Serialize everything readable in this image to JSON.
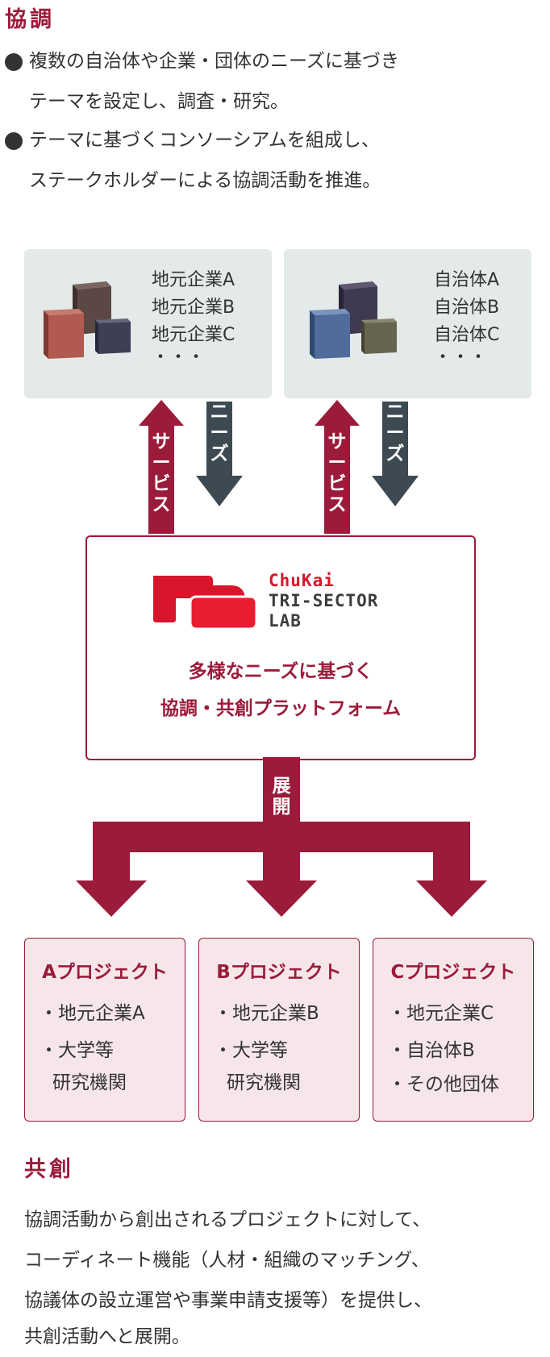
{
  "kyocho": {
    "title": "協調",
    "bullets": [
      {
        "line1": "複数の自治体や企業・団体のニーズに基づき",
        "line2": "テーマを設定し、調査・研究。"
      },
      {
        "line1": "テーマに基づくコンソーシアムを組成し、",
        "line2": "ステークホルダーによる協調活動を推進。"
      }
    ]
  },
  "groups": [
    {
      "members": [
        "地元企業A",
        "地元企業B",
        "地元企業C",
        "・・・"
      ]
    },
    {
      "members": [
        "自治体A",
        "自治体B",
        "自治体C",
        "・・・"
      ]
    }
  ],
  "arrows": {
    "service": "サービス",
    "needs": "ニーズ",
    "deploy": "展開"
  },
  "logo": {
    "line1": "ChuKai",
    "line2": "TRI-SECTOR",
    "line3": "LAB"
  },
  "platform": {
    "line1": "多様なニーズに基づく",
    "line2": "協調・共創プラットフォーム"
  },
  "projects": [
    {
      "title": "Aプロジェクト",
      "items": [
        "・地元企業A",
        "・大学等",
        "研究機関"
      ]
    },
    {
      "title": "Bプロジェクト",
      "items": [
        "・地元企業B",
        "・大学等",
        "研究機関"
      ]
    },
    {
      "title": "Cプロジェクト",
      "items": [
        "・地元企業C",
        "・自治体B",
        "・その他団体"
      ]
    }
  ],
  "kyoso": {
    "title": "共創",
    "lines": [
      "協調活動から創出されるプロジェクトに対して、",
      "コーディネート機能（人材・組織のマッチング、",
      "協議体の設立運営や事業申請支援等）を提供し、",
      "共創活動へと展開。"
    ]
  },
  "colors": {
    "accent": "#9b1b3a",
    "dark_arrow": "#3d4a52",
    "group_bg": "#e4e9e9",
    "project_bg": "#f6e6ea",
    "cube_set1": [
      "#5b4844",
      "#b35a50",
      "#3e3f55"
    ],
    "cube_set2": [
      "#3f3a4f",
      "#4f6c9a",
      "#676450"
    ]
  }
}
